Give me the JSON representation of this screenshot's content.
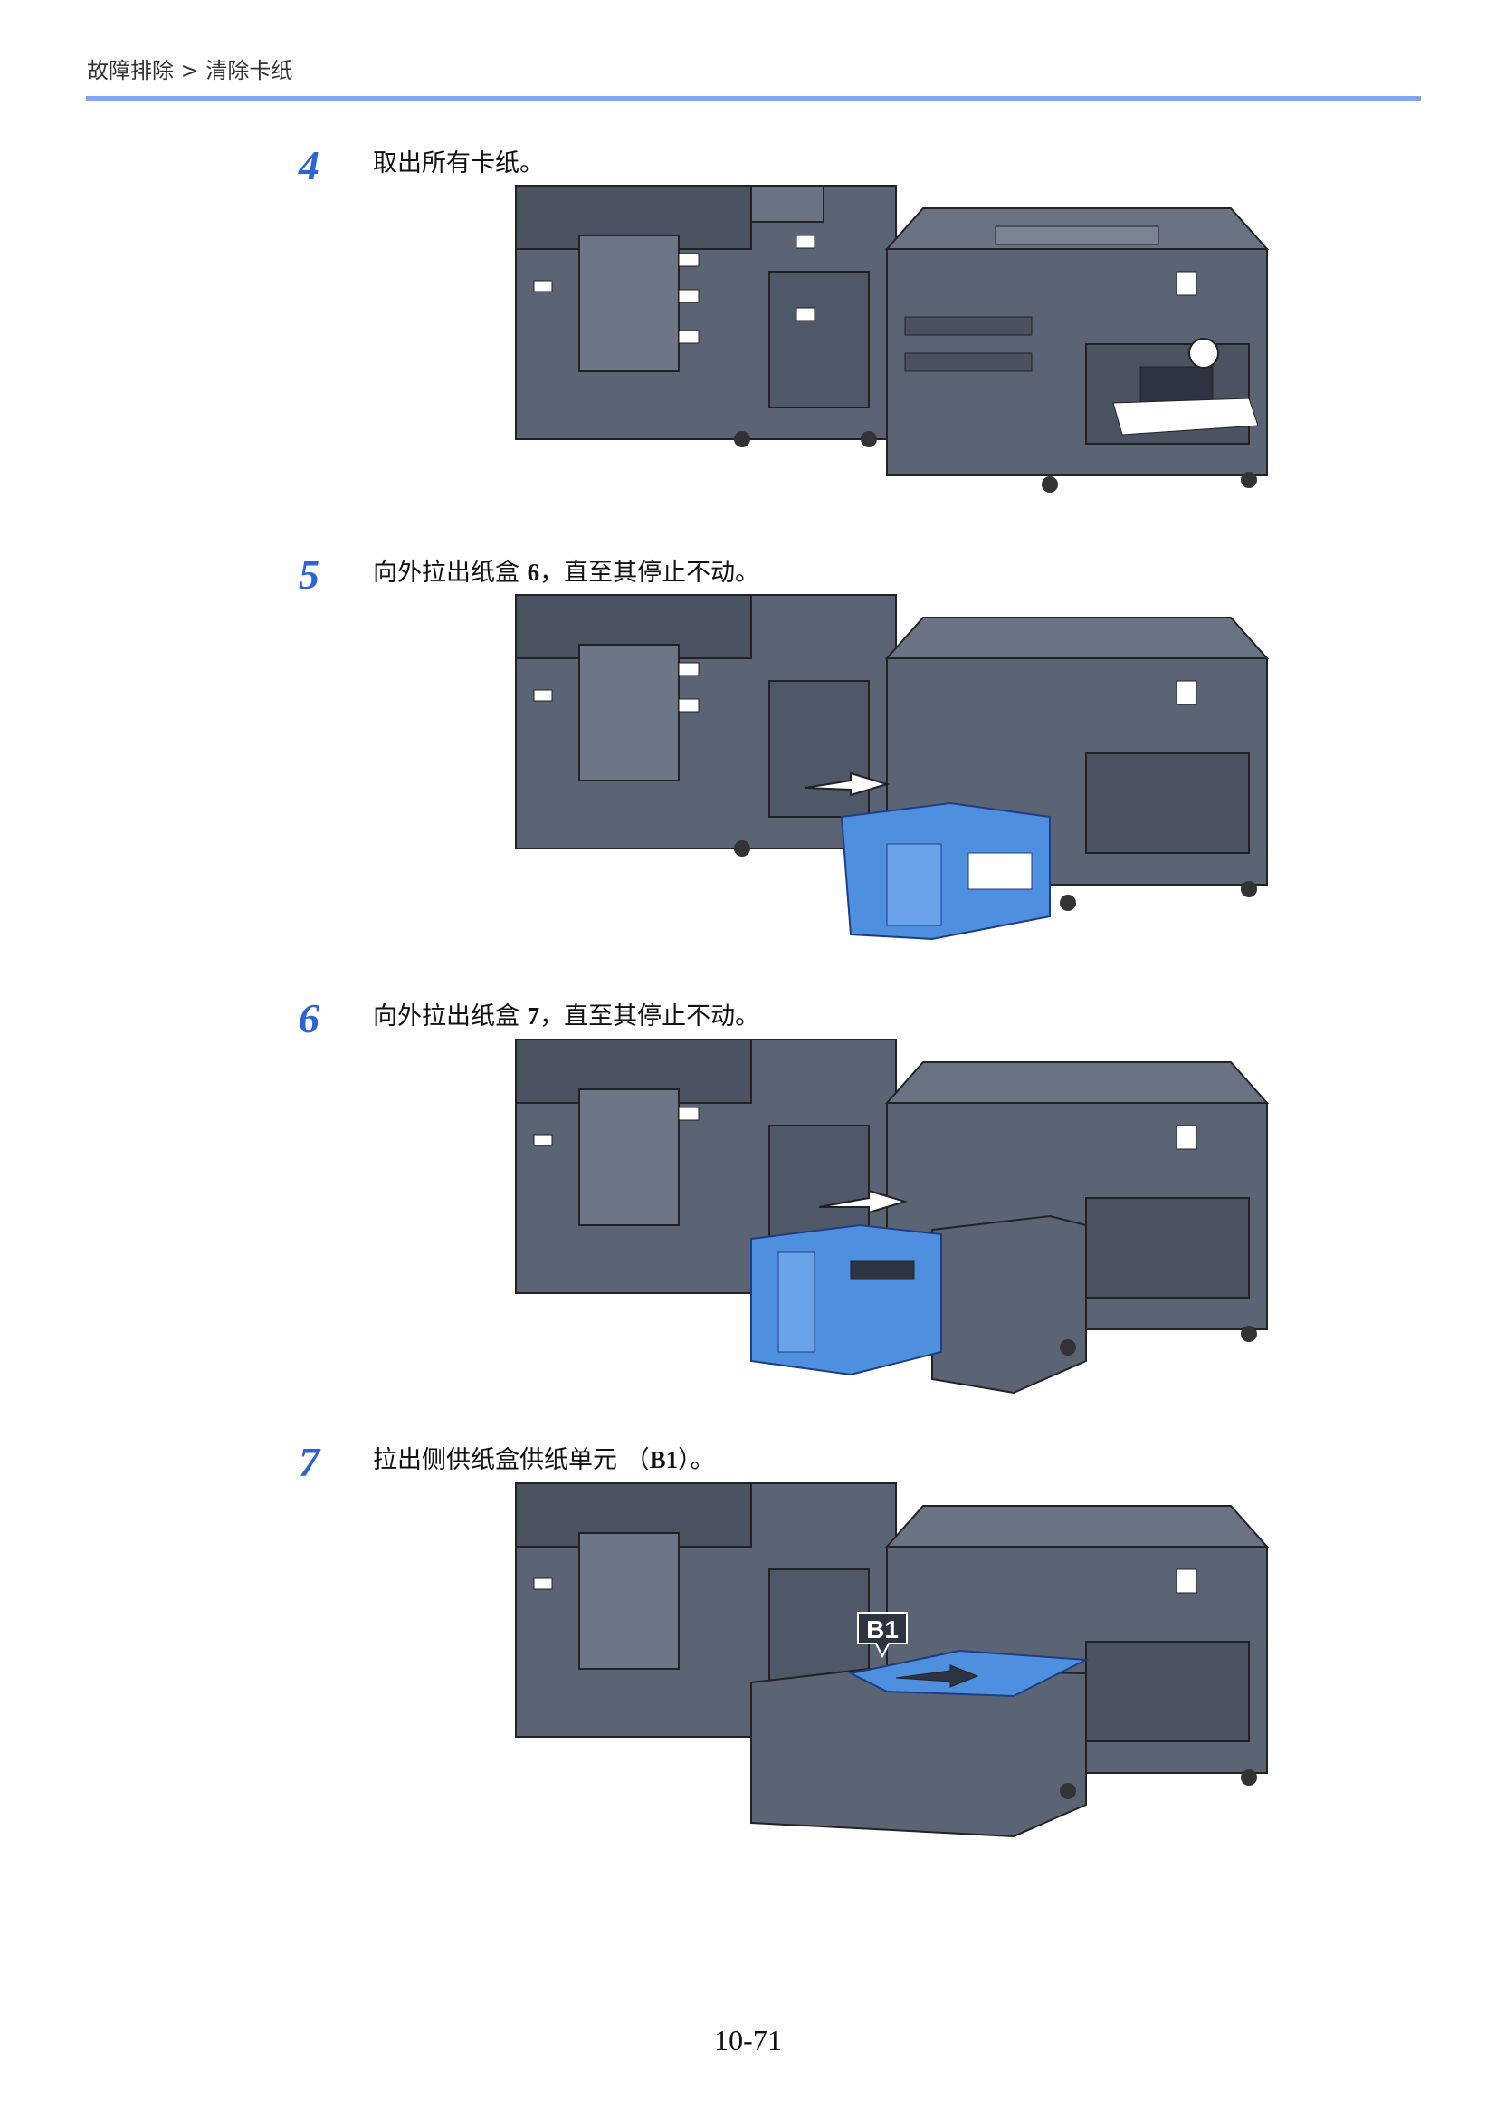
{
  "header": {
    "breadcrumb": "故障排除 > 清除卡纸"
  },
  "steps": [
    {
      "number": "4",
      "text_before": "取出所有卡纸。",
      "bold": "",
      "text_after": ""
    },
    {
      "number": "5",
      "text_before": "向外拉出纸盒 ",
      "bold": "6",
      "text_after": "，直至其停止不动。"
    },
    {
      "number": "6",
      "text_before": "向外拉出纸盒 ",
      "bold": "7",
      "text_after": "，直至其停止不动。"
    },
    {
      "number": "7",
      "text_before": "拉出侧供纸盒供纸单元 （",
      "bold": "B1",
      "text_after": "）。"
    }
  ],
  "callout": {
    "label": "B1"
  },
  "colors": {
    "accent": "#2d63d6",
    "rule": "#7fa6ee",
    "machine": "#5b6475",
    "highlight": "#4f8fe0"
  },
  "page_number": "10-71"
}
